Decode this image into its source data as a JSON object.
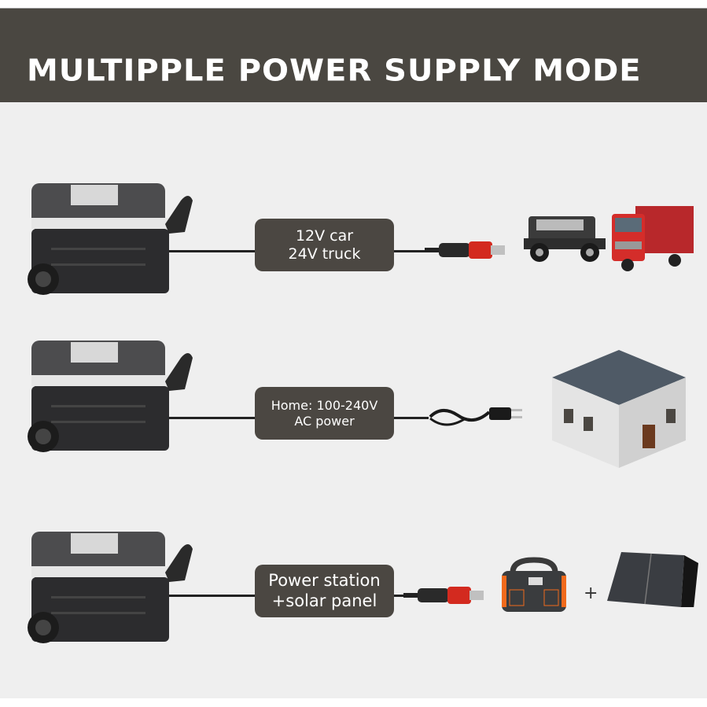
{
  "title": "MULTIPPLE POWER SUPPLY MODE",
  "modes": [
    {
      "line1": "12V car",
      "line2": "24V truck",
      "targets": [
        "jeep-car",
        "red-truck"
      ]
    },
    {
      "line1": "Home: 100-240V",
      "line2": "AC power",
      "targets": [
        "house"
      ]
    },
    {
      "line1": "Power station",
      "line2": "+solar panel",
      "targets": [
        "power-station",
        "solar-panel"
      ]
    }
  ],
  "plus": "+",
  "colors": {
    "header": "#4a4741",
    "pill": "#4b4742",
    "background": "#efefef",
    "plug_red": "#d32a1f",
    "station_orange": "#f06a1c"
  }
}
